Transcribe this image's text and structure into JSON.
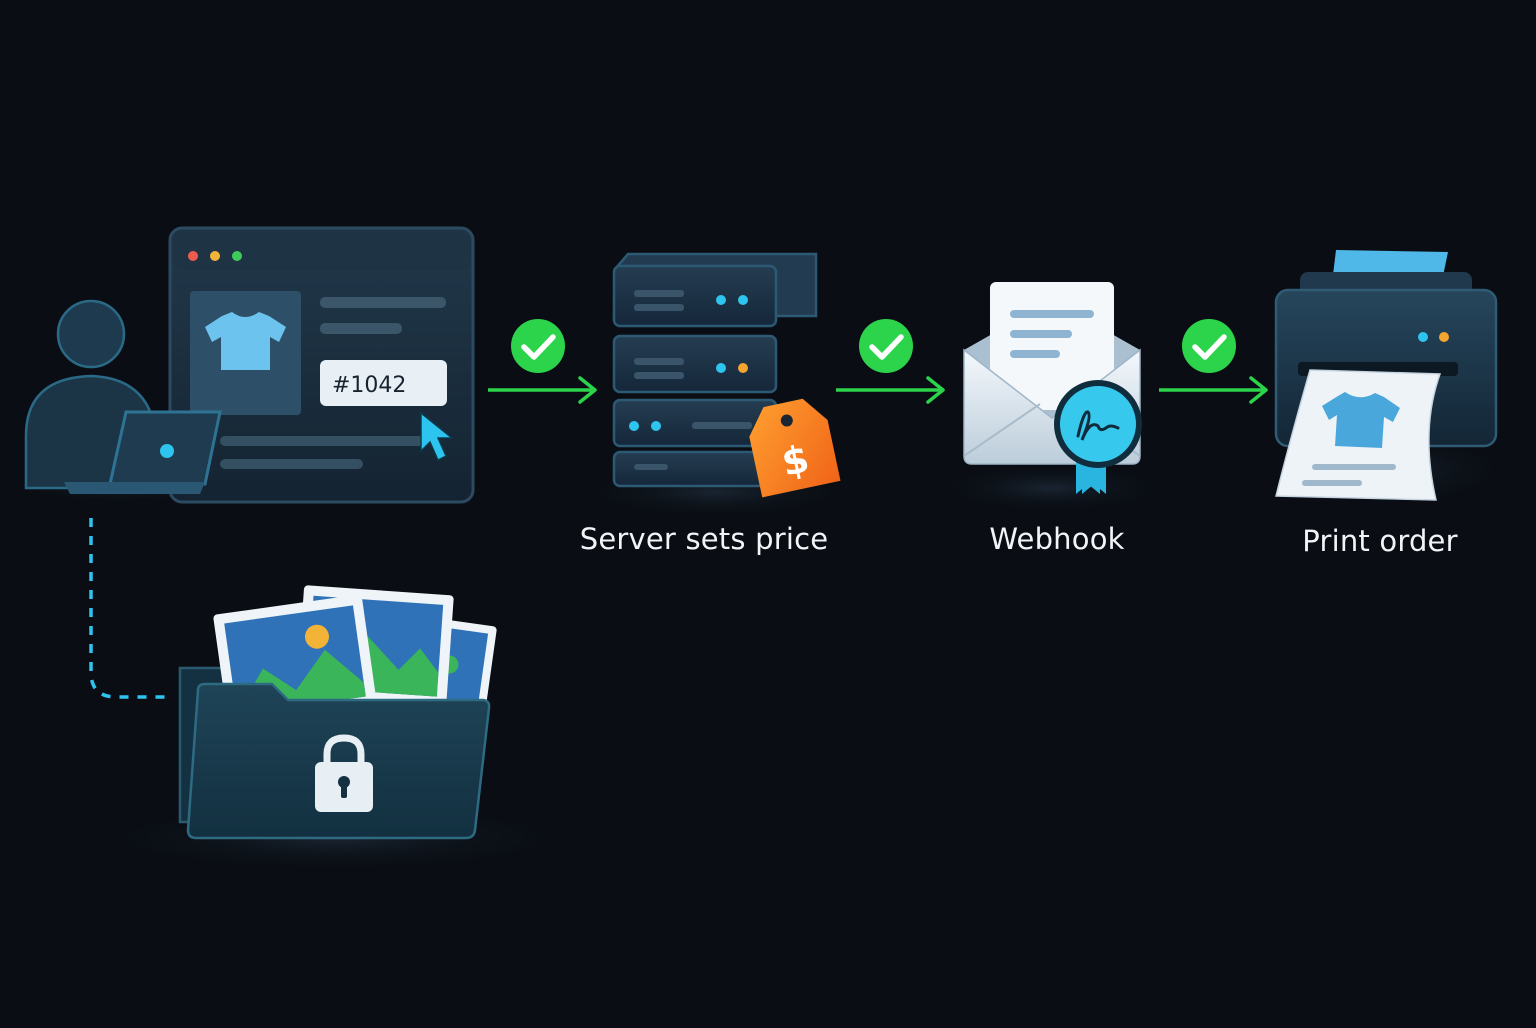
{
  "order_field": {
    "value": "#1042"
  },
  "steps": [
    {
      "label": "Server sets price"
    },
    {
      "label": "Webhook"
    },
    {
      "label": "Print order"
    }
  ],
  "price_tag": {
    "symbol": "$"
  },
  "colors": {
    "background": "#0a0e14",
    "accent": "#2ec4f0",
    "success": "#2bd44a",
    "price": "#f5821f",
    "panel": "#1c3142"
  },
  "icons": [
    "user-icon",
    "laptop-icon",
    "browser-window-icon",
    "tshirt-icon",
    "cursor-icon",
    "check-icon",
    "arrow-right-icon",
    "server-icon",
    "price-tag-icon",
    "envelope-icon",
    "signature-seal-icon",
    "printer-icon",
    "folder-icon",
    "photo-icon",
    "lock-icon"
  ]
}
